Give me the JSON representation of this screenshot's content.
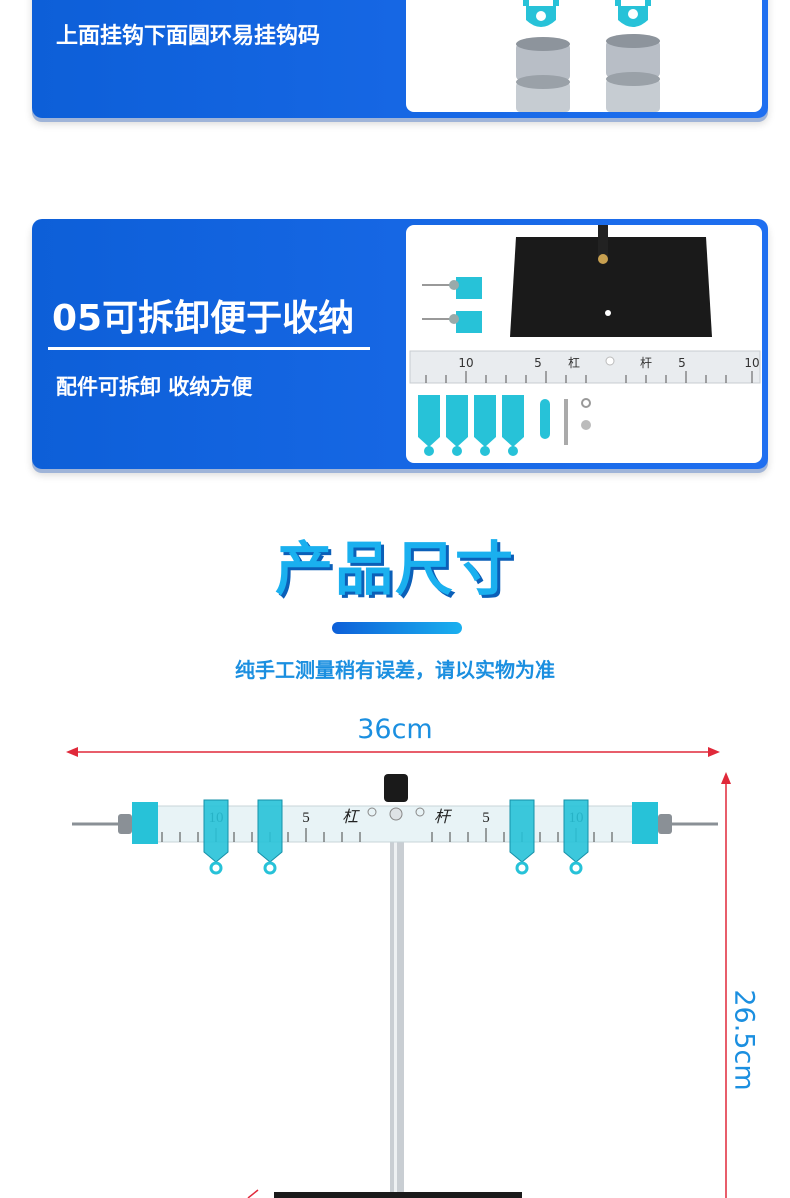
{
  "feature4": {
    "subtitle": "上面挂钩下面圆环易挂钩码"
  },
  "feature5": {
    "title": "05可拆卸便于收纳",
    "subtitle": "配件可拆卸 收纳方便"
  },
  "size": {
    "title": "产品尺寸",
    "note": "纯手工测量稍有误差，请以实物为准",
    "width_label": "36cm",
    "height_label": "26.5cm"
  },
  "ruler": {
    "labels": [
      "10",
      "5",
      "杠",
      "杆",
      "5",
      "10"
    ]
  },
  "colors": {
    "brand_blue": "#1f6ff0",
    "accent_cyan": "#1ab0ef",
    "dim_red": "#e0293a"
  }
}
